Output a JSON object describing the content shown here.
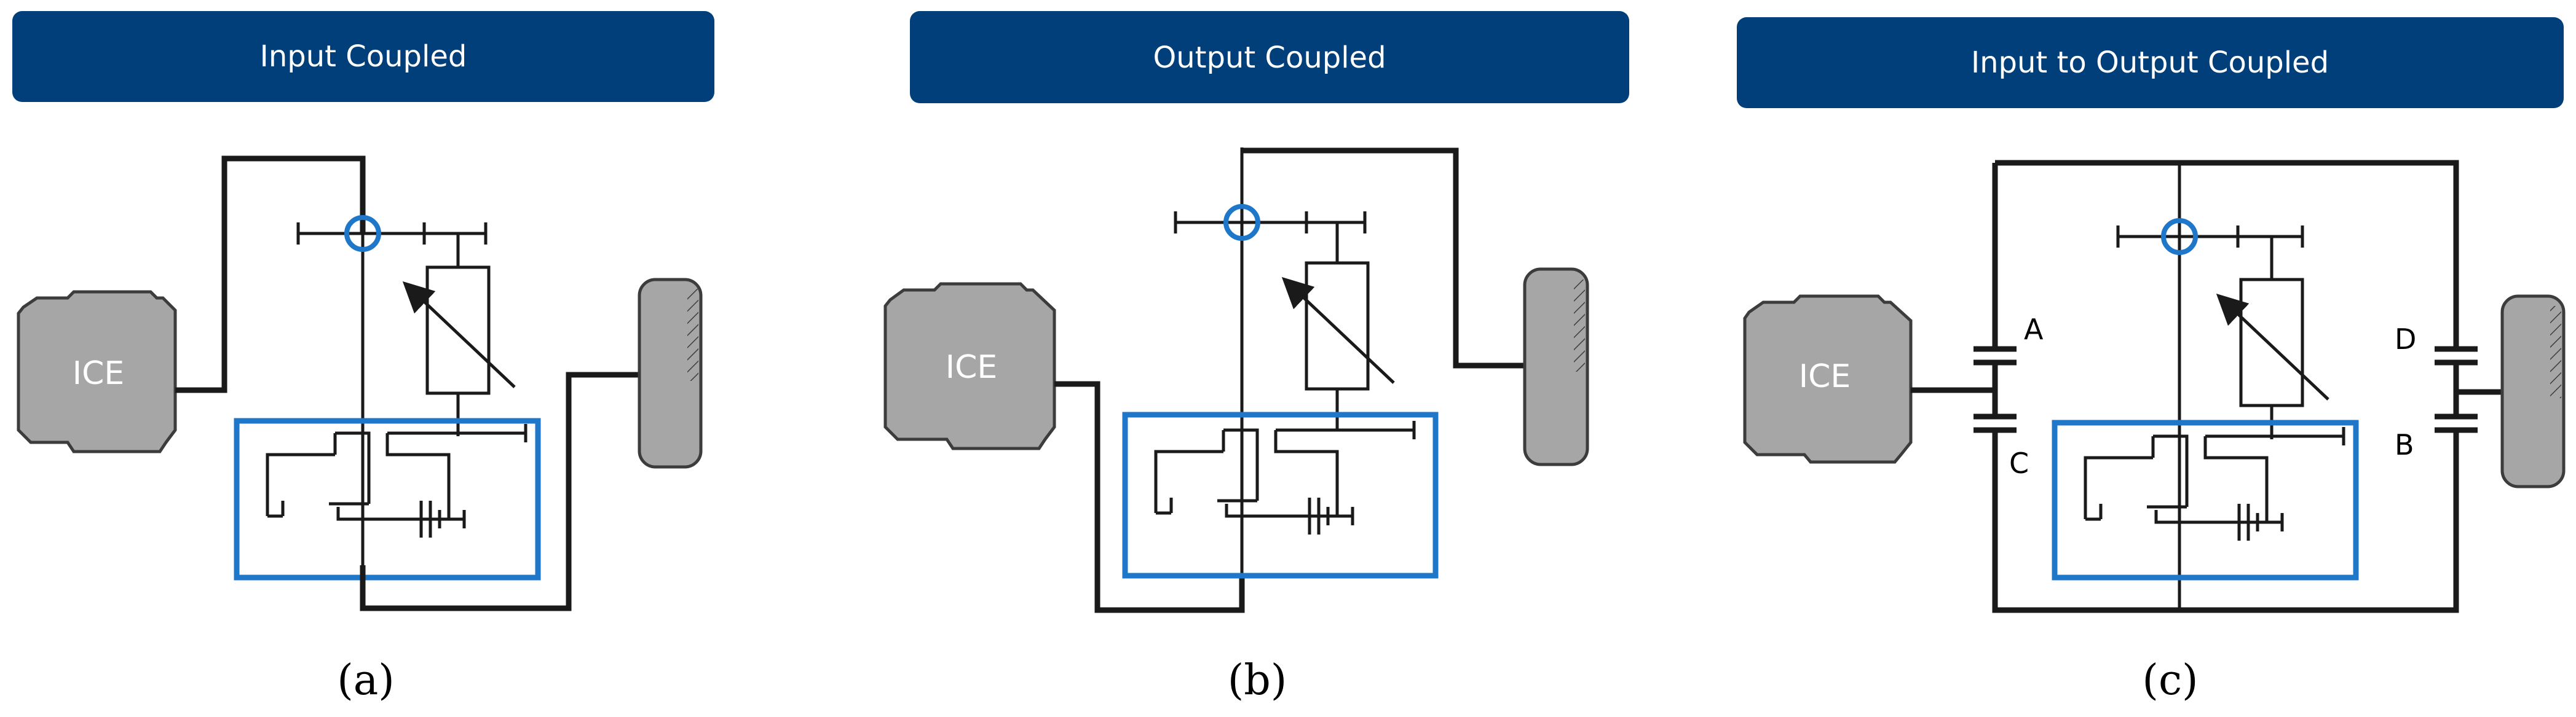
{
  "panels": [
    {
      "header": "Input Coupled",
      "engine_label": "ICE",
      "caption": "(a)"
    },
    {
      "header": "Output Coupled",
      "engine_label": "ICE",
      "caption": "(b)"
    },
    {
      "header": "Input to Output Coupled",
      "engine_label": "ICE",
      "caption": "(c)",
      "clutch_labels": {
        "a": "A",
        "b": "B",
        "c": "C",
        "d": "D"
      }
    }
  ],
  "colors": {
    "header_background": "#003f7a",
    "planetary_box": "#1f77c9",
    "component_fill": "#a6a6a6"
  },
  "icons": [
    "engine-icon",
    "wheel-icon",
    "variator-icon",
    "planetary-gear-set",
    "clutch-icon"
  ]
}
